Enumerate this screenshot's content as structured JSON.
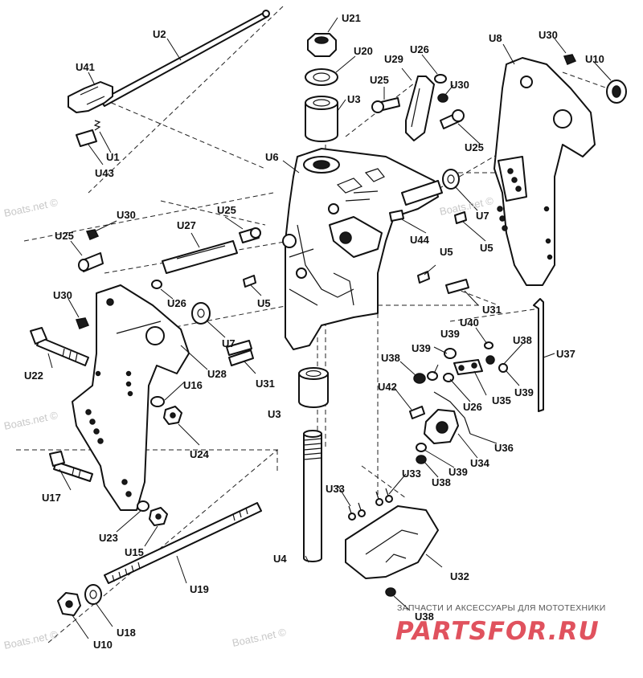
{
  "watermarks": [
    "Boats.net ©",
    "Boats.net ©",
    "Boats.net ©",
    "Boats.net ©",
    "Boats.net ©"
  ],
  "brand": {
    "tagline": "ЗАПЧАСТИ И АКСЕССУАРЫ ДЛЯ МОТОТЕХНИКИ",
    "name": "PARTSFOR.RU",
    "color": "#e0525e"
  },
  "labels": {
    "U2": "U2",
    "U41": "U41",
    "U1": "U1",
    "U43": "U43",
    "U21": "U21",
    "U20": "U20",
    "U3a": "U3",
    "U3b": "U3",
    "U6": "U6",
    "U29": "U29",
    "U26a": "U26",
    "U25a": "U25",
    "U30a": "U30",
    "U25b": "U25",
    "U8": "U8",
    "U30b": "U30",
    "U10a": "U10",
    "U7a": "U7",
    "U5a": "U5",
    "U44": "U44",
    "U30c": "U30",
    "U25c": "U25",
    "U27": "U27",
    "U25d": "U25",
    "U5b": "U5",
    "U5c": "U5",
    "U26b": "U26",
    "U30d": "U30",
    "U7b": "U7",
    "U31a": "U31",
    "U22": "U22",
    "U28": "U28",
    "U16": "U16",
    "U31b": "U31",
    "U40": "U40",
    "U39a": "U39",
    "U38a": "U38",
    "U39b": "U39",
    "U38b": "U38",
    "U37": "U37",
    "U39c": "U39",
    "U42": "U42",
    "U26c": "U26",
    "U35": "U35",
    "U24": "U24",
    "U17": "U17",
    "U36": "U36",
    "U34": "U34",
    "U33a": "U33",
    "U39d": "U39",
    "U38c": "U38",
    "U33b": "U33",
    "U23": "U23",
    "U15": "U15",
    "U19": "U19",
    "U4": "U4",
    "U32": "U32",
    "U38d": "U38",
    "U18": "U18",
    "U10b": "U10"
  }
}
